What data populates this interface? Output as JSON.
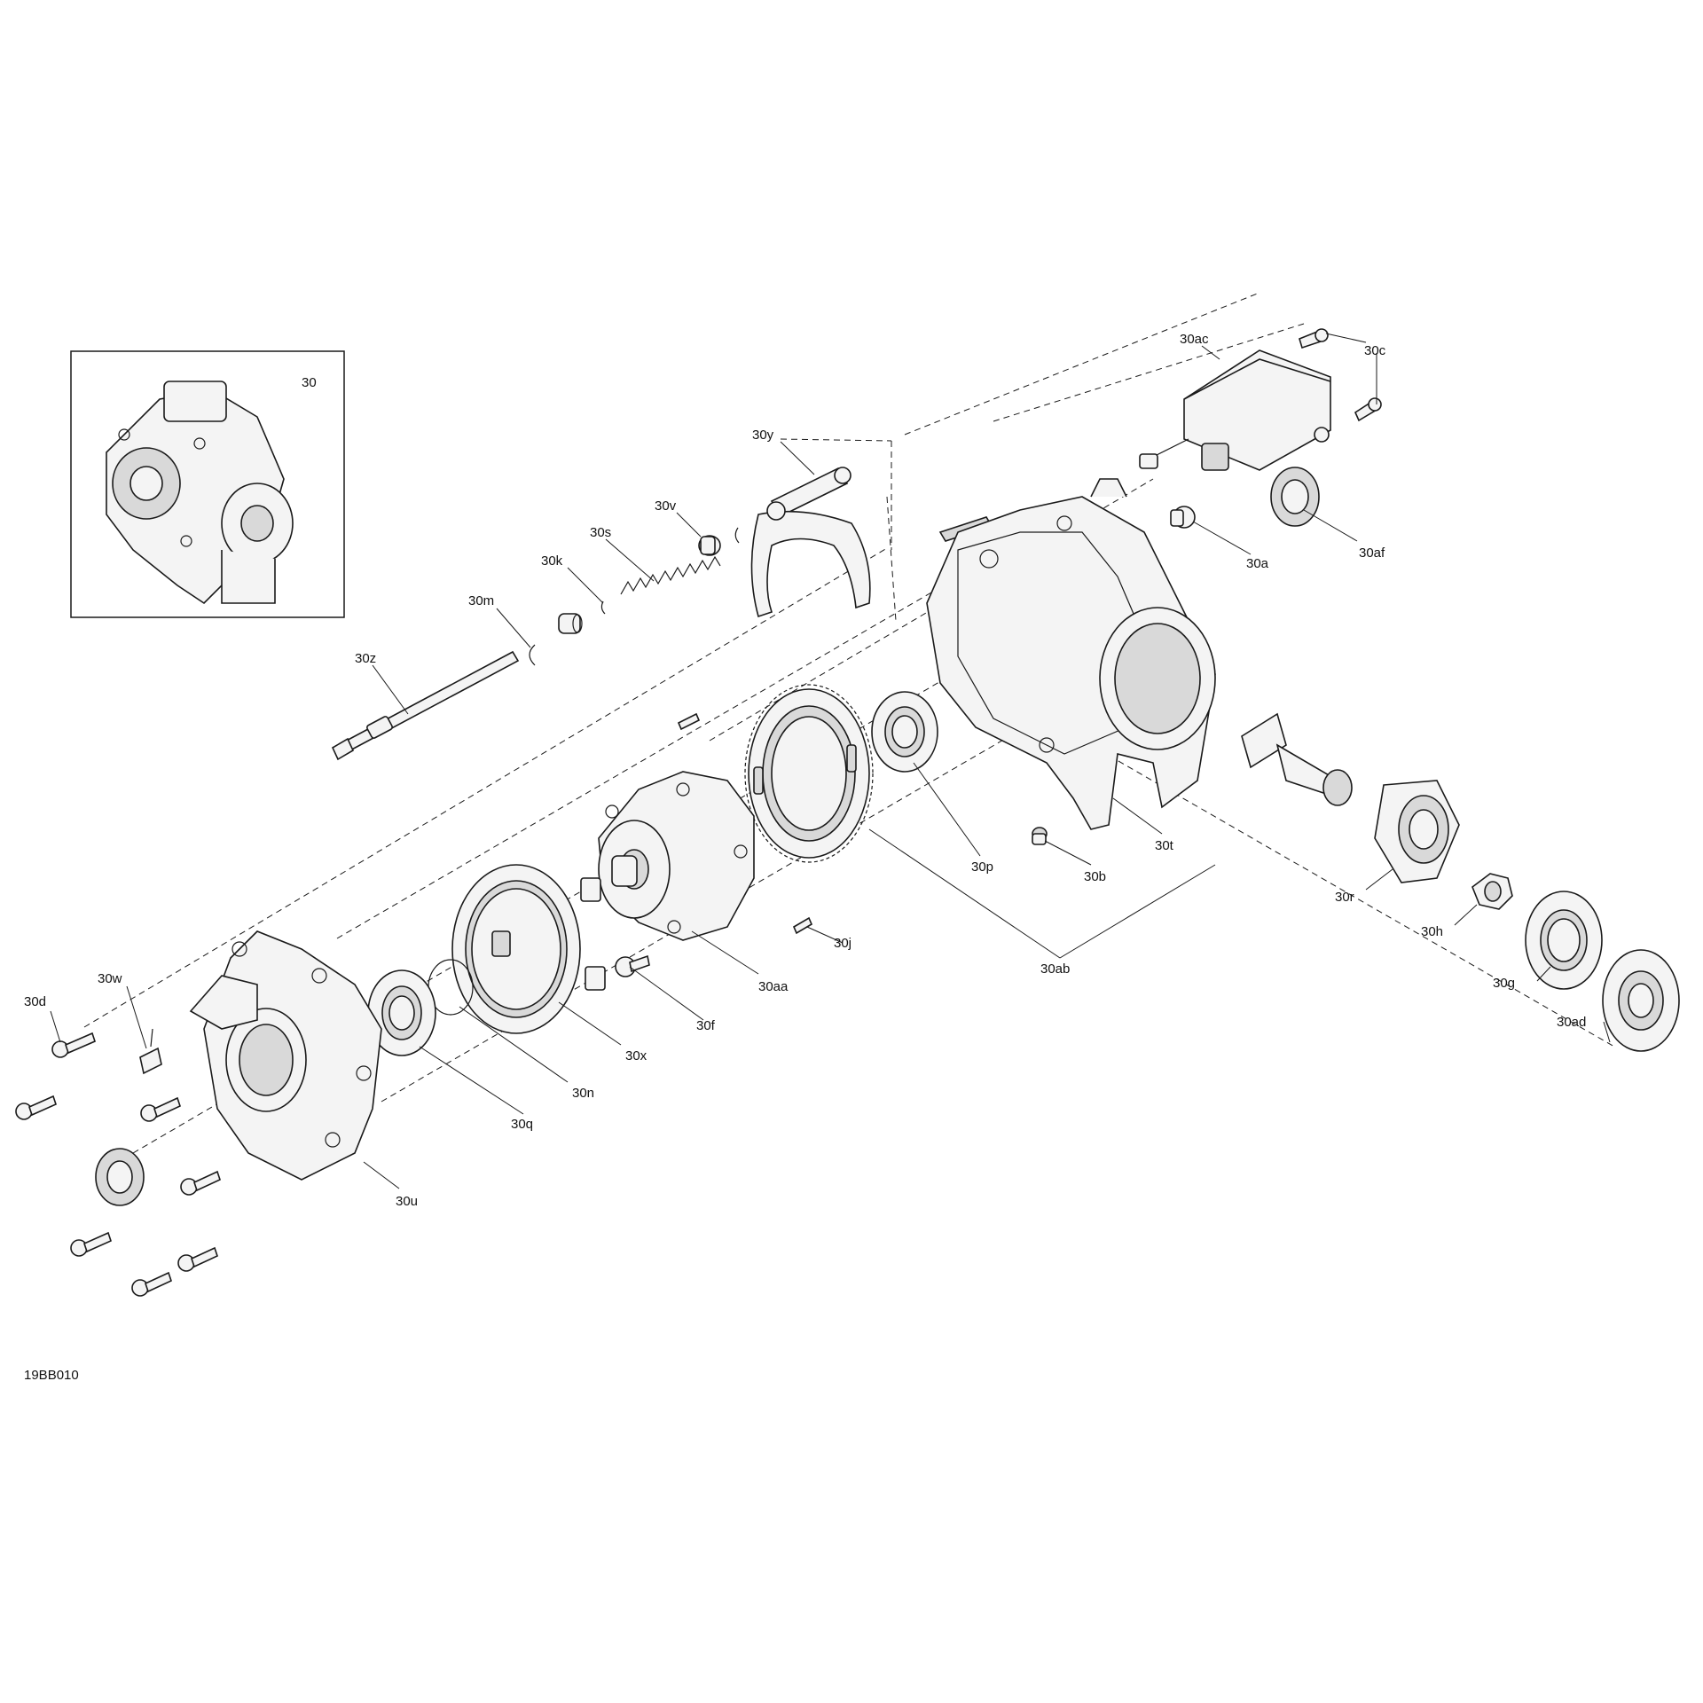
{
  "figure_code": "19BB010",
  "inset_label": "30",
  "callouts": {
    "ac": "30ac",
    "c": "30c",
    "y": "30y",
    "v": "30v",
    "s": "30s",
    "k": "30k",
    "m": "30m",
    "z": "30z",
    "a": "30a",
    "af": "30af",
    "p": "30p",
    "t": "30t",
    "b": "30b",
    "r": "30r",
    "h": "30h",
    "g": "30g",
    "ad": "30ad",
    "ab": "30ab",
    "j": "30j",
    "aa": "30aa",
    "f": "30f",
    "x": "30x",
    "n": "30n",
    "q": "30q",
    "u": "30u",
    "d": "30d",
    "w": "30w"
  }
}
